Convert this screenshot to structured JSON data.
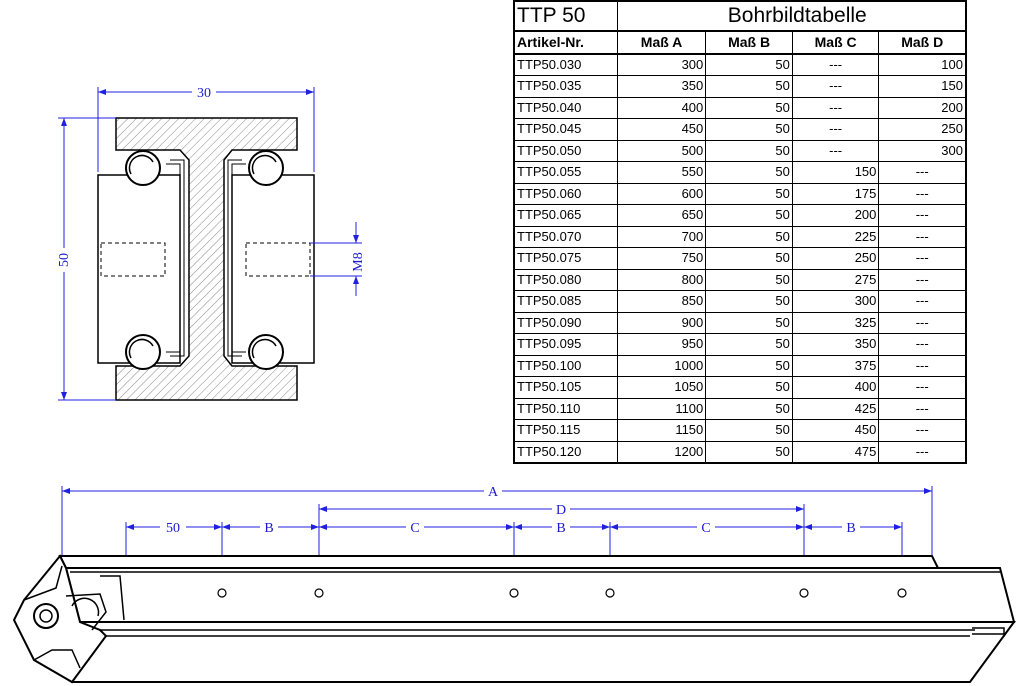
{
  "table": {
    "title": "TTP 50",
    "subtitle": "Bohrbildtabelle",
    "headers": [
      "Artikel-Nr.",
      "Maß A",
      "Maß B",
      "Maß C",
      "Maß D"
    ],
    "rows": [
      [
        "TTP50.030",
        "300",
        "50",
        "---",
        "100"
      ],
      [
        "TTP50.035",
        "350",
        "50",
        "---",
        "150"
      ],
      [
        "TTP50.040",
        "400",
        "50",
        "---",
        "200"
      ],
      [
        "TTP50.045",
        "450",
        "50",
        "---",
        "250"
      ],
      [
        "TTP50.050",
        "500",
        "50",
        "---",
        "300"
      ],
      [
        "TTP50.055",
        "550",
        "50",
        "150",
        "---"
      ],
      [
        "TTP50.060",
        "600",
        "50",
        "175",
        "---"
      ],
      [
        "TTP50.065",
        "650",
        "50",
        "200",
        "---"
      ],
      [
        "TTP50.070",
        "700",
        "50",
        "225",
        "---"
      ],
      [
        "TTP50.075",
        "750",
        "50",
        "250",
        "---"
      ],
      [
        "TTP50.080",
        "800",
        "50",
        "275",
        "---"
      ],
      [
        "TTP50.085",
        "850",
        "50",
        "300",
        "---"
      ],
      [
        "TTP50.090",
        "900",
        "50",
        "325",
        "---"
      ],
      [
        "TTP50.095",
        "950",
        "50",
        "350",
        "---"
      ],
      [
        "TTP50.100",
        "1000",
        "50",
        "375",
        "---"
      ],
      [
        "TTP50.105",
        "1050",
        "50",
        "400",
        "---"
      ],
      [
        "TTP50.110",
        "1100",
        "50",
        "425",
        "---"
      ],
      [
        "TTP50.115",
        "1150",
        "50",
        "450",
        "---"
      ],
      [
        "TTP50.120",
        "1200",
        "50",
        "475",
        "---"
      ]
    ]
  },
  "cross_section": {
    "width_label": "30",
    "height_label": "50",
    "thread_label": "M8"
  },
  "rail_dimensions": {
    "total_label": "A",
    "span_label": "D",
    "first_label": "50",
    "b_label": "B",
    "c_label": "C"
  }
}
